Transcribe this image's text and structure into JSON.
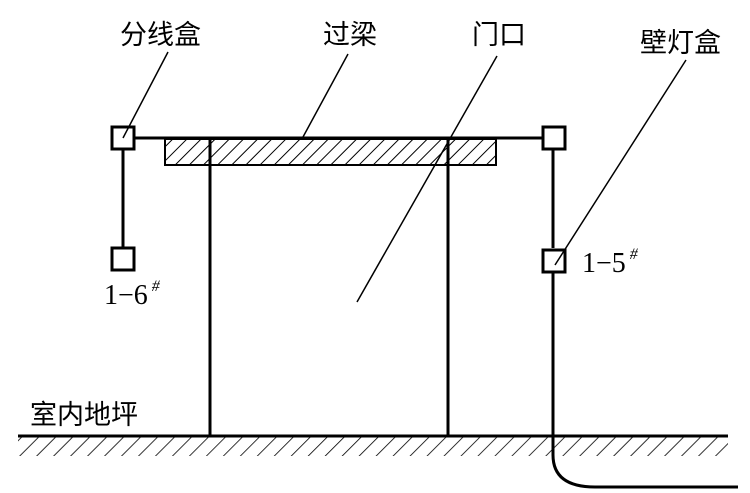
{
  "labels": {
    "junction_box": "分线盒",
    "lintel": "过梁",
    "doorway": "门口",
    "wall_lamp_box": "壁灯盒",
    "indoor_floor": "室内地坪"
  },
  "box_ids": {
    "left": {
      "main": "1−6",
      "sup": "#"
    },
    "right": {
      "main": "1−5",
      "sup": "#"
    }
  },
  "colors": {
    "ink": "#000000",
    "background": "#ffffff"
  }
}
